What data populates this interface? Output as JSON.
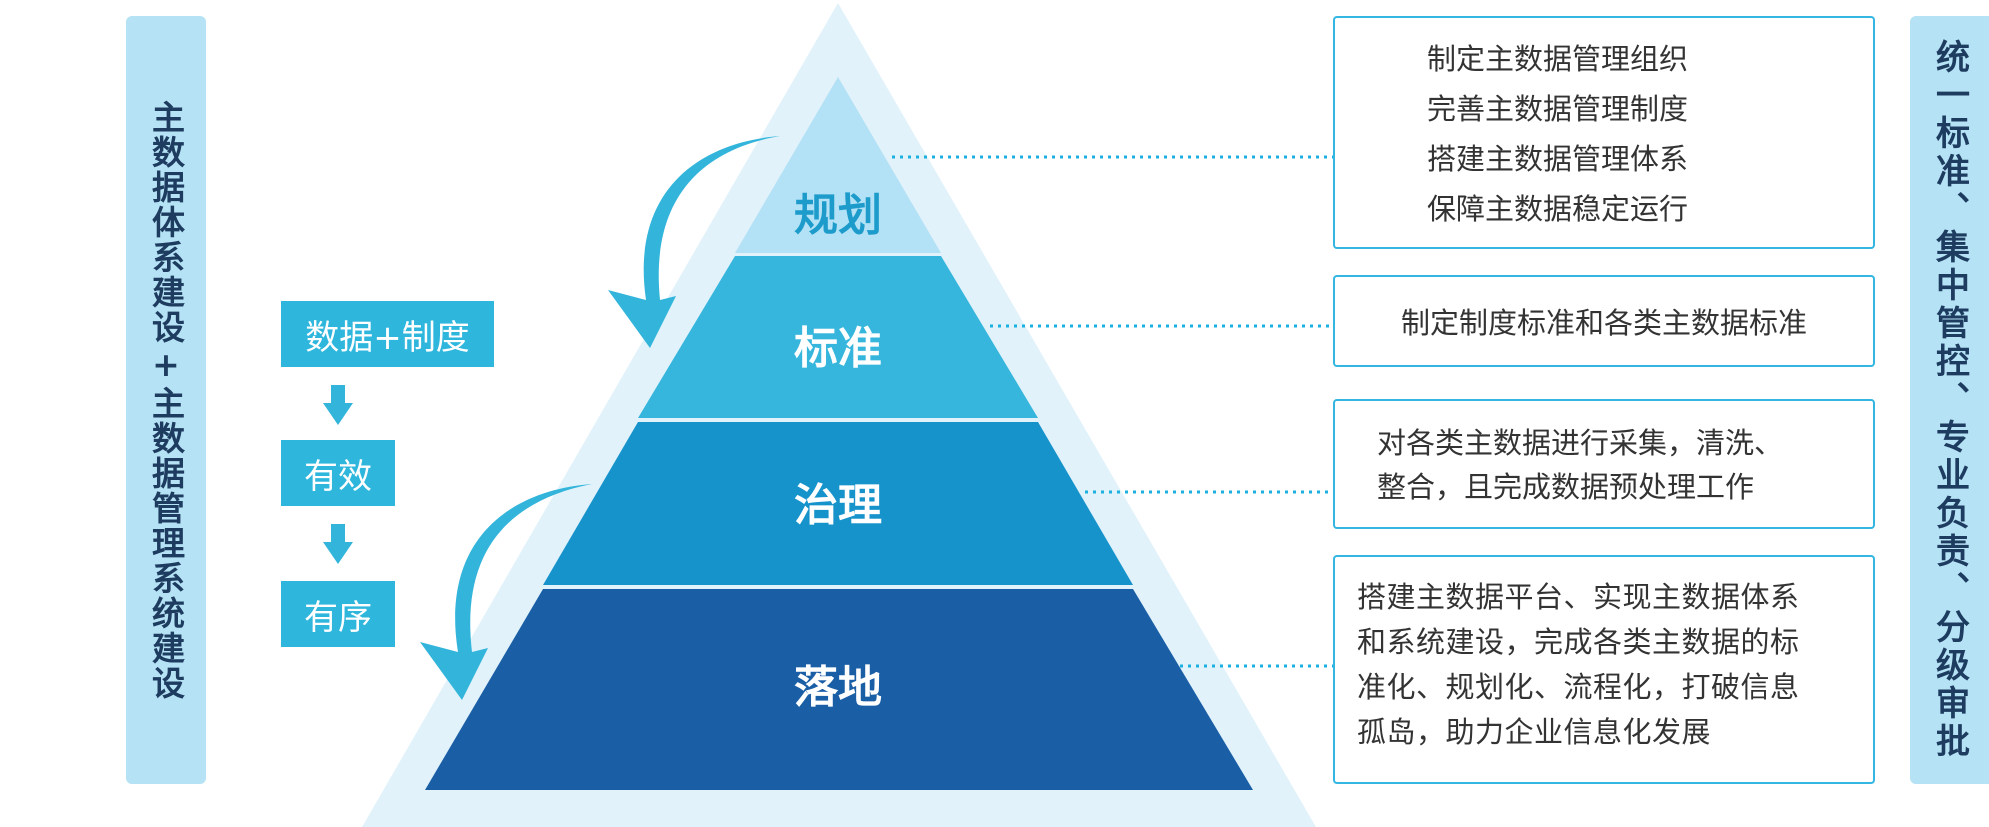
{
  "left_banner": {
    "text": "主数据体系建设+主数据管理系统建设"
  },
  "right_banner": {
    "text": "统一标准、集中管控、专业负责、分级审批"
  },
  "steps": [
    {
      "label": "数据+制度"
    },
    {
      "label": "有效"
    },
    {
      "label": "有序"
    }
  ],
  "pyramid": {
    "tiers": [
      {
        "label": "规划",
        "fill": "#b3e1f5",
        "label_color": "#1d9ccc"
      },
      {
        "label": "标准",
        "fill": "#37b6dd",
        "label_color": "#ffffff"
      },
      {
        "label": "治理",
        "fill": "#1793cc",
        "label_color": "#ffffff"
      },
      {
        "label": "落地",
        "fill": "#1a5ea6",
        "label_color": "#ffffff"
      }
    ],
    "outline_color": "#e1f2fb",
    "arrow_color": "#33b5db",
    "dotted_line_color": "#1ab0df"
  },
  "descriptions": {
    "planning": {
      "lines": [
        "制定主数据管理组织",
        "完善主数据管理制度",
        "搭建主数据管理体系",
        "保障主数据稳定运行"
      ]
    },
    "standard": {
      "text": "制定制度标准和各类主数据标准"
    },
    "governance": {
      "lines": [
        "对各类主数据进行采集，清洗、",
        "整合，且完成数据预处理工作"
      ]
    },
    "implementation": {
      "lines": [
        "搭建主数据平台、实现主数据体系",
        "和系统建设，完成各类主数据的标",
        "准化、规划化、流程化，打破信息",
        "孤岛，助力企业信息化发展"
      ]
    }
  }
}
